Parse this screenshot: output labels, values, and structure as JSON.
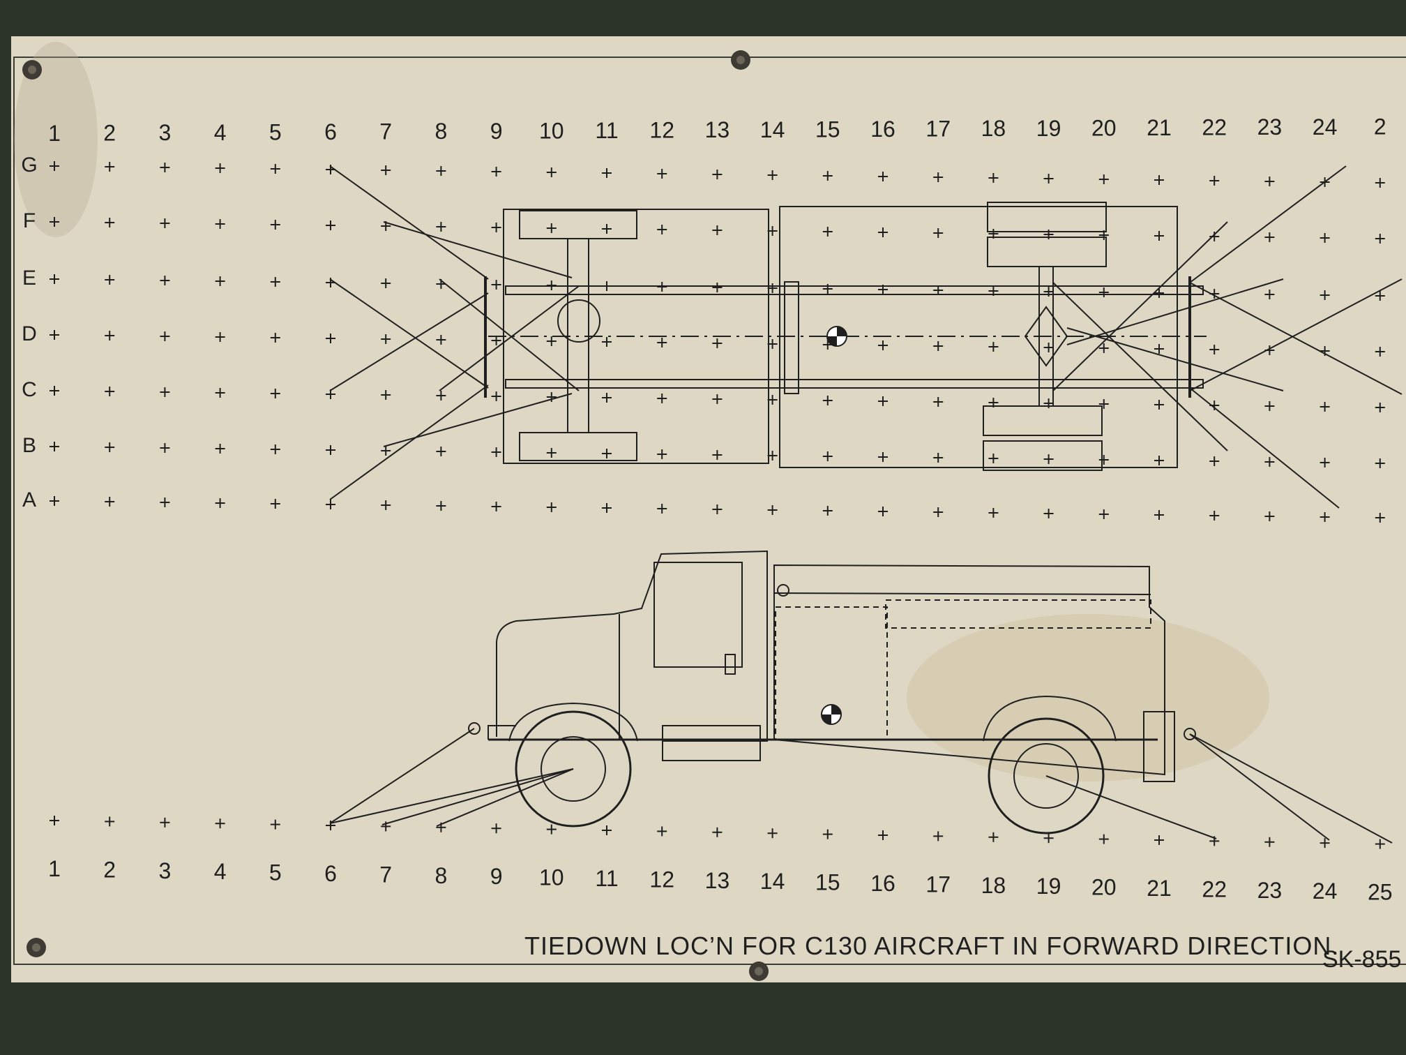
{
  "plate": {
    "top_column_labels": [
      "1",
      "2",
      "3",
      "4",
      "5",
      "6",
      "7",
      "8",
      "9",
      "10",
      "11",
      "12",
      "13",
      "14",
      "15",
      "16",
      "17",
      "18",
      "19",
      "20",
      "21",
      "22",
      "23",
      "24",
      "2"
    ],
    "bottom_column_labels": [
      "1",
      "2",
      "3",
      "4",
      "5",
      "6",
      "7",
      "8",
      "9",
      "10",
      "11",
      "12",
      "13",
      "14",
      "15",
      "16",
      "17",
      "18",
      "19",
      "20",
      "21",
      "22",
      "23",
      "24",
      "25"
    ],
    "row_labels": [
      "G",
      "F",
      "E",
      "D",
      "C",
      "B",
      "A"
    ],
    "caption": "TIEDOWN LOC’N FOR C130 AIRCRAFT IN FORWARD DIRECTION.",
    "drawing_code": "SK-855"
  },
  "colors": {
    "plate": "#ddd7c3",
    "ink": "#1f1f1f",
    "frame": "#2c3328"
  }
}
